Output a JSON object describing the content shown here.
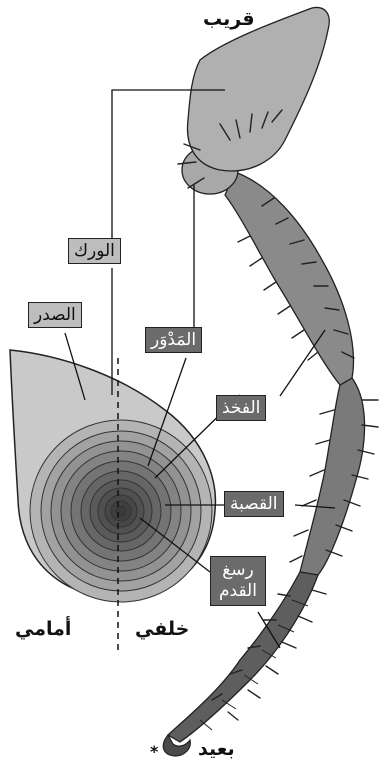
{
  "direction_labels": {
    "proximal": "قريب",
    "distal": "بعيد",
    "anterior": "أمامي",
    "posterior": "خلفي"
  },
  "segments": {
    "coxa": "الورك",
    "thorax": "الصدر",
    "trochanter": "المَدْوَر",
    "femur": "الفخذ",
    "tibia": "القصبة",
    "tarsus_line1": "رسغ",
    "tarsus_line2": "القدم"
  },
  "claw_mark": "*",
  "colors": {
    "thorax_fill": "#c9c9c9",
    "coxa_fill": "#bababa",
    "leg_fill": "#8a8a8a",
    "tarsus_fill": "#5e5e5e",
    "dark_label": "#6b6b6b",
    "light_label": "#bdbdbd"
  }
}
